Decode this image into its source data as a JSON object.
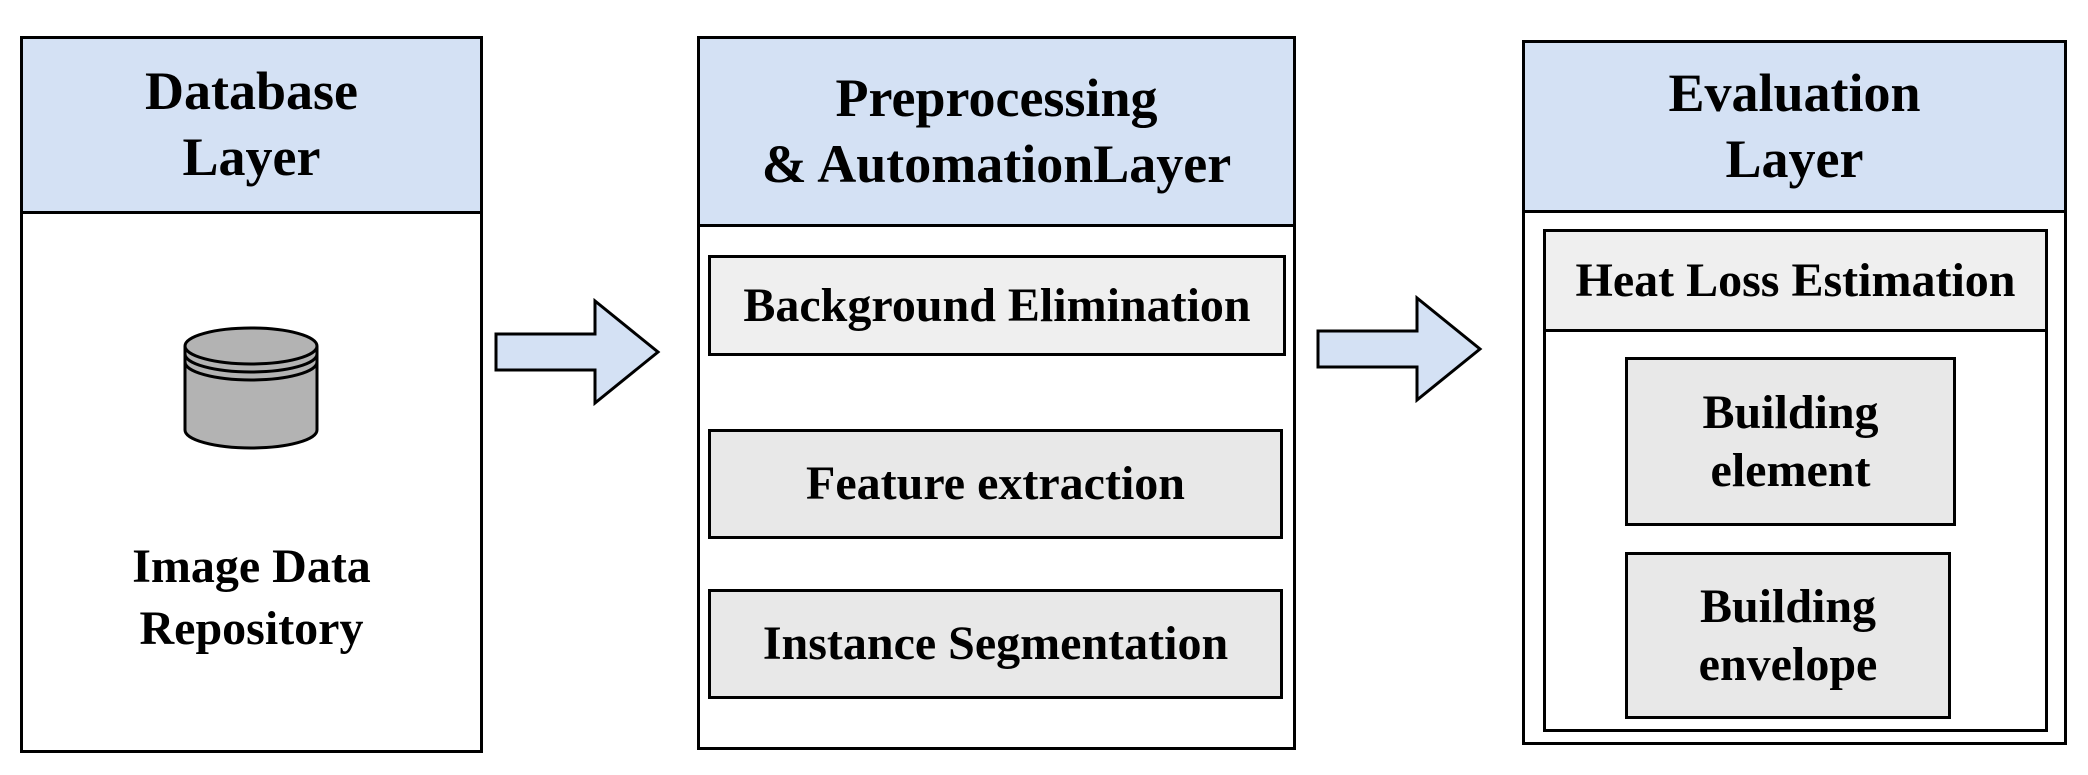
{
  "colors": {
    "header_fill": "#d4e1f4",
    "step_fill": "#e8e8e8",
    "subheader_fill": "#efefef",
    "arrow_fill": "#d4e1f4",
    "database_fill": "#b3b3b3",
    "stroke": "#000000"
  },
  "database_layer": {
    "title": "Database\nLayer",
    "icon": "database-icon",
    "label": "Image Data\nRepository"
  },
  "preprocessing_layer": {
    "title": "Preprocessing\n& AutomationLayer",
    "steps": [
      "Background Elimination",
      "Feature extraction",
      "Instance Segmentation"
    ]
  },
  "evaluation_layer": {
    "title": "Evaluation\nLayer",
    "subheader": "Heat Loss Estimation",
    "items": [
      "Building\nelement",
      "Building\nenvelope"
    ]
  }
}
